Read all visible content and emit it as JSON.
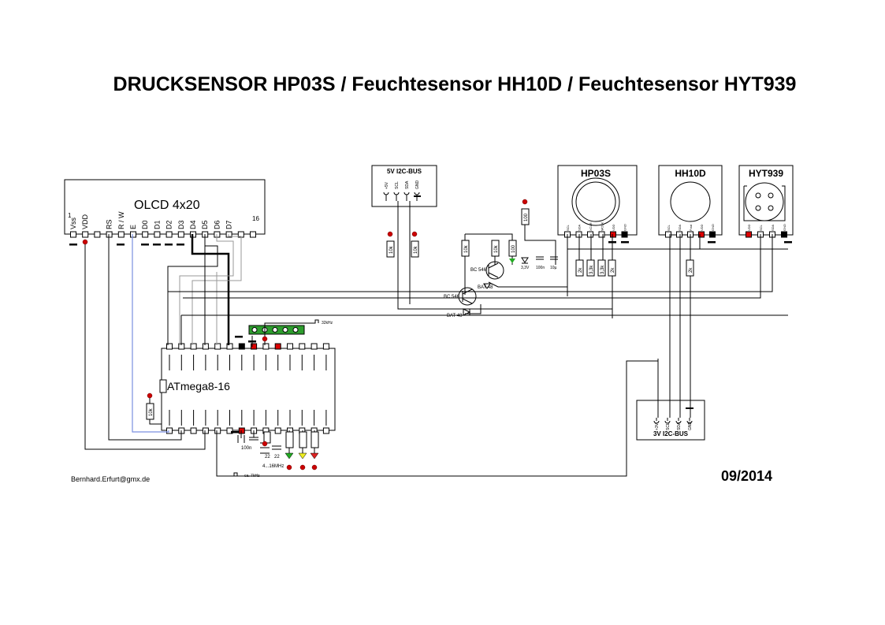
{
  "title": "DRUCKSENSOR HP03S / Feuchtesensor HH10D / Feuchtesensor HYT939",
  "author": "Bernhard.Erfurt@gmx.de",
  "date": "09/2014",
  "lcd": {
    "name": "OLCD 4x20",
    "pin_first": "1",
    "pin_last": "16",
    "pins": [
      "Vss",
      "VDD",
      "",
      "RS",
      "R / W",
      "E",
      "D0",
      "D1",
      "D2",
      "D3",
      "D4",
      "D5",
      "D6",
      "D7",
      "",
      ""
    ]
  },
  "bus5v": {
    "title": "5V I2C-BUS",
    "pins": [
      "+5V",
      "SCL",
      "SDA",
      "GND"
    ]
  },
  "bus3v": {
    "title": "3V I2C-BUS",
    "pins": [
      "+3V",
      "SCL",
      "SDA",
      "GND"
    ]
  },
  "hp03s": {
    "title": "HP03S",
    "pins": [
      "SCL",
      "SDA",
      "XCLR",
      "MCLK",
      "VDD",
      "GND"
    ]
  },
  "hh10d": {
    "title": "HH10D",
    "pins": [
      "SCL",
      "SDA",
      "Fout",
      "VDD",
      "GND"
    ]
  },
  "hyt939": {
    "title": "HYT939",
    "pins": [
      "VDD",
      "SCL",
      "SDA",
      "GND"
    ]
  },
  "mcu": {
    "name": "ATmega8-16"
  },
  "labels": {
    "r10k_a": "10k",
    "r10k_b": "10k",
    "r10k_c": "10k",
    "r10k_d": "10k",
    "r10k_mcu": "10k",
    "r100": "100",
    "r100b": "100",
    "r2k_a": "2k",
    "r3k3": "3,3k",
    "r3k3b": "3,3k",
    "r2k_b": "2k",
    "r2k_c": "2k",
    "t1": "BC 546",
    "t2": "BC 546",
    "d1": "BAT 48",
    "d2": "BAT 48",
    "zener": "3,3V",
    "c100n": "100n",
    "c10u": "10µ",
    "c100n_mcu": "100n",
    "c22a": "22",
    "c22b": "22",
    "crystal": "4...16MHz",
    "clk1": "32kHz",
    "clk2": "ca. 7kHz"
  }
}
